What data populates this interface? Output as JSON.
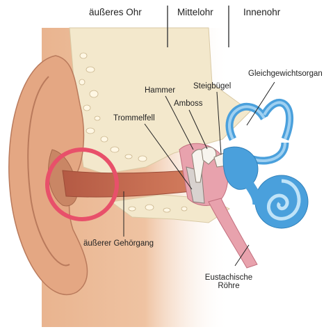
{
  "sections": {
    "outer": "äußeres Ohr",
    "middle": "Mittelohr",
    "inner": "Innenohr"
  },
  "labels": {
    "vestibular": "Gleichgewichtsorgan",
    "hammer": "Hammer",
    "stirrup": "Steigbügel",
    "anvil": "Amboss",
    "eardrum": "Trommelfell",
    "ear_canal": "äußerer Gehörgang",
    "eustachian_line1": "Eustachische",
    "eustachian_line2": "Röhre"
  },
  "colors": {
    "skin": "#e9b48f",
    "bone": "#f3e8cc",
    "canal": "#c8694f",
    "middle_ear": "#e8a2ad",
    "inner_ear": "#4aa0dc",
    "highlight_circle": "#e8506a"
  }
}
